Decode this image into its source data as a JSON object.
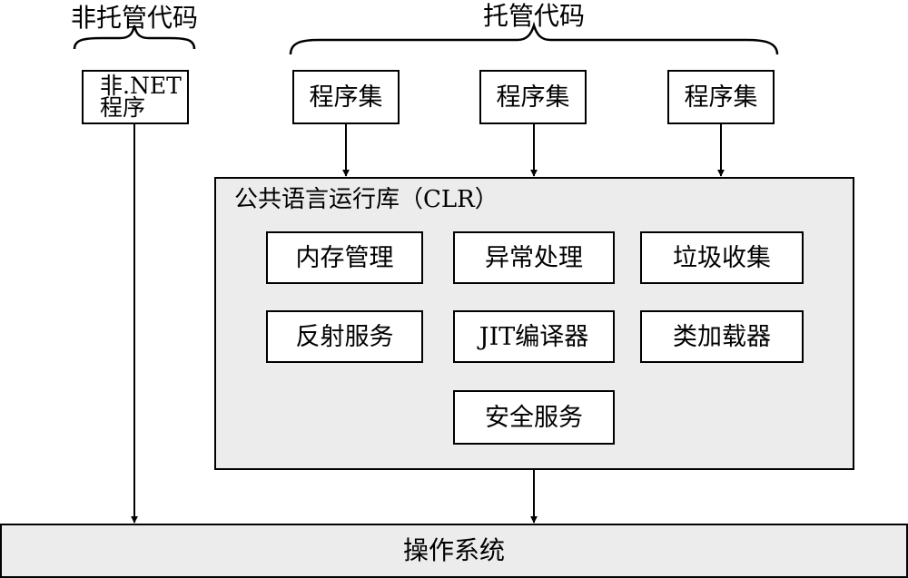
{
  "unmanaged": {
    "heading": "非托管代码",
    "program_line1": "非.NET",
    "program_line2": "程序"
  },
  "managed": {
    "heading": "托管代码",
    "assemblies": [
      "程序集",
      "程序集",
      "程序集"
    ]
  },
  "clr": {
    "title": "公共语言运行库（CLR）",
    "services": [
      "内存管理",
      "异常处理",
      "垃圾收集",
      "反射服务",
      "JIT编译器",
      "类加载器",
      "安全服务"
    ]
  },
  "os": {
    "label": "操作系统"
  }
}
